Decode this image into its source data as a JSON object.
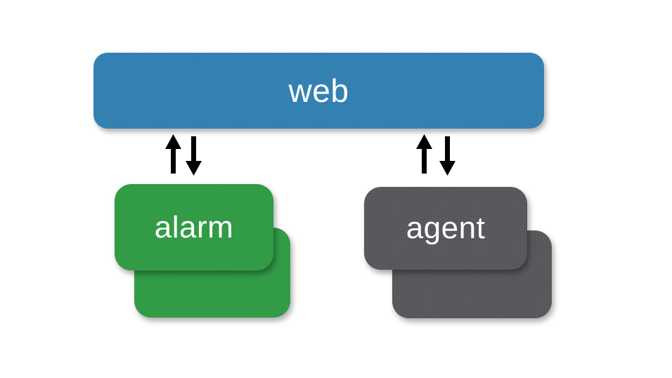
{
  "diagram": {
    "title": "web / alarm / agent component diagram",
    "background_color": "#ffffff",
    "nodes": [
      {
        "id": "web",
        "label": "web",
        "color": "#3180b2",
        "shape": "rounded-rectangle",
        "stacked": false
      },
      {
        "id": "alarm",
        "label": "alarm",
        "color": "#2f9b44",
        "shape": "rounded-rectangle",
        "stacked": true,
        "stack_count": 2
      },
      {
        "id": "agent",
        "label": "agent",
        "color": "#56575a",
        "shape": "rounded-rectangle",
        "stacked": true,
        "stack_count": 2
      }
    ],
    "connections": [
      {
        "id": "web-alarm",
        "from": "alarm",
        "to": "web",
        "style": "bidirectional",
        "color": "#000000",
        "arrows": [
          {
            "direction": "up",
            "from": "alarm",
            "to": "web"
          },
          {
            "direction": "down",
            "from": "web",
            "to": "alarm"
          }
        ]
      },
      {
        "id": "web-agent",
        "from": "agent",
        "to": "web",
        "style": "bidirectional",
        "color": "#000000",
        "arrows": [
          {
            "direction": "up",
            "from": "agent",
            "to": "web"
          },
          {
            "direction": "down",
            "from": "web",
            "to": "agent"
          }
        ]
      }
    ],
    "label_color": "#ffffff"
  }
}
